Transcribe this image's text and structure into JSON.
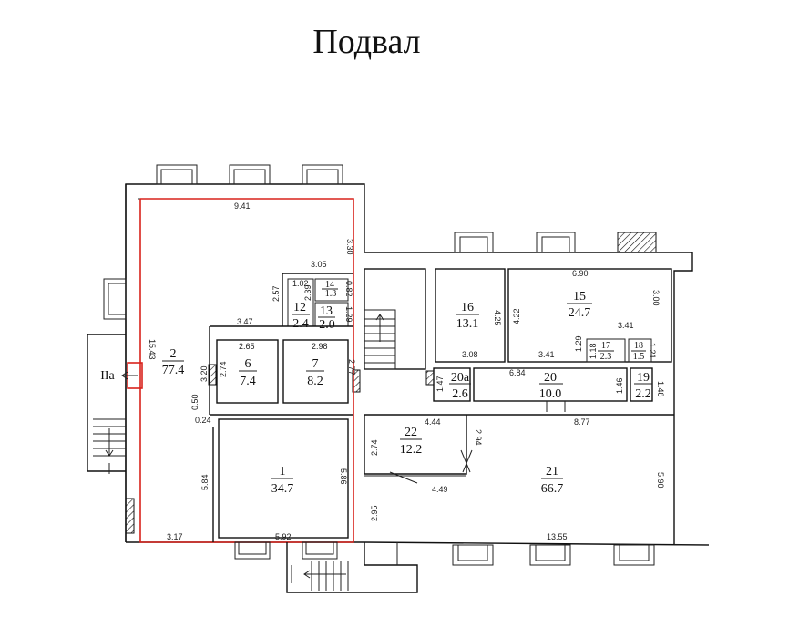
{
  "title": "Подвал",
  "section_label": "IIa",
  "rooms": [
    {
      "num": "1",
      "area": "34.7"
    },
    {
      "num": "2",
      "area": "77.4"
    },
    {
      "num": "6",
      "area": "7.4"
    },
    {
      "num": "7",
      "area": "8.2"
    },
    {
      "num": "12",
      "area": "2.4"
    },
    {
      "num": "13",
      "area": "2.0"
    },
    {
      "num": "14",
      "area": "1.3"
    },
    {
      "num": "15",
      "area": "24.7"
    },
    {
      "num": "16",
      "area": "13.1"
    },
    {
      "num": "17",
      "area": "2.3"
    },
    {
      "num": "18",
      "area": "1.5"
    },
    {
      "num": "19",
      "area": "2.2"
    },
    {
      "num": "20",
      "area": "10.0"
    },
    {
      "num": "20a",
      "area": "2.6"
    },
    {
      "num": "21",
      "area": "66.7"
    },
    {
      "num": "22",
      "area": "12.2"
    }
  ],
  "dimensions": {
    "d_9_41": "9.41",
    "d_3_30": "3.30",
    "d_3_05": "3.05",
    "d_2_57": "2.57",
    "d_1_02": "1.02",
    "d_2_39": "2.39",
    "d_0_82": "0.82",
    "d_1_29a": "1.29",
    "d_15_43": "15.43",
    "d_3_47": "3.47",
    "d_2_65": "2.65",
    "d_2_98": "2.98",
    "d_2_74a": "2.74",
    "d_3_20": "3.20",
    "d_2_77": "2.77",
    "d_0_50": "0.50",
    "d_0_24": "0.24",
    "d_5_84": "5.84",
    "d_5_86": "5.86",
    "d_3_17": "3.17",
    "d_5_92": "5.92",
    "d_4_25": "4.25",
    "d_4_22": "4.22",
    "d_6_90": "6.90",
    "d_3_00": "3.00",
    "d_3_41a": "3.41",
    "d_3_08": "3.08",
    "d_3_41b": "3.41",
    "d_1_29b": "1.29",
    "d_1_18": "1.18",
    "d_1_21": "1.21",
    "d_6_84": "6.84",
    "d_1_47": "1.47",
    "d_1_46": "1.46",
    "d_1_48": "1.48",
    "d_4_44": "4.44",
    "d_2_94": "2.94",
    "d_8_77": "8.77",
    "d_2_74b": "2.74",
    "d_4_49": "4.49",
    "d_5_90": "5.90",
    "d_2_95": "2.95",
    "d_13_55": "13.55"
  }
}
